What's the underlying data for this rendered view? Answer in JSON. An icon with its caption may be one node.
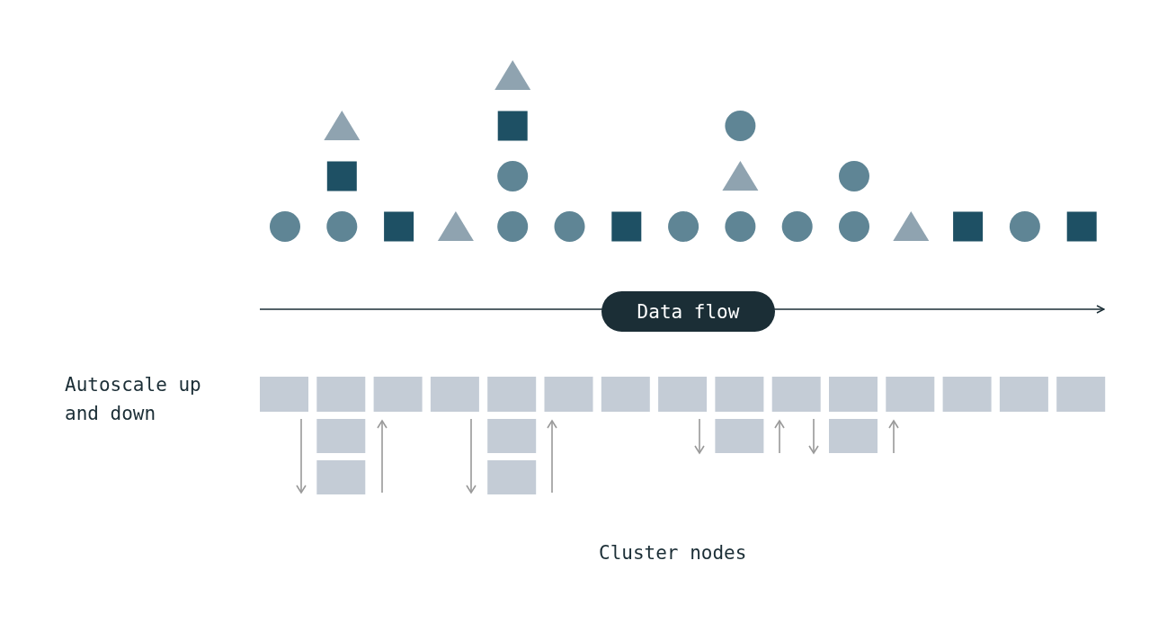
{
  "diagram": {
    "nodes": [
      {
        "text": [
          "Data flow"
        ]
      }
    ],
    "labels": [
      "Autoscale up and down",
      "Cluster nodes"
    ]
  }
}
